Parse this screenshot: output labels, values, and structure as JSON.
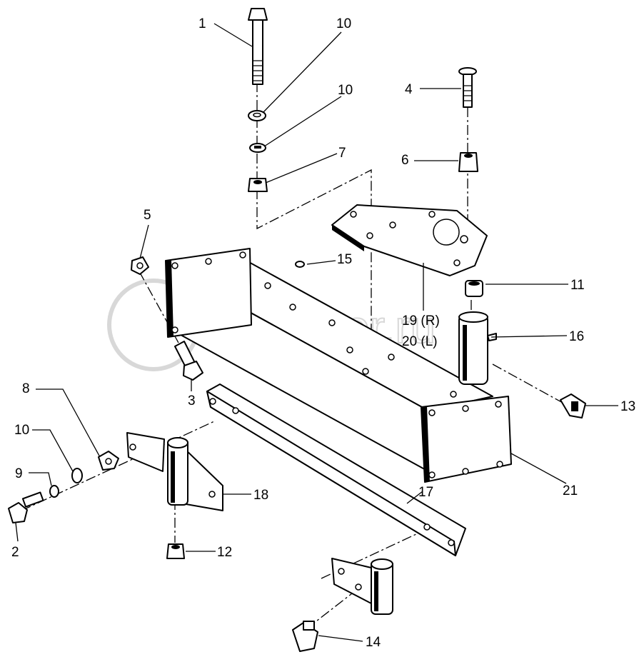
{
  "title": "Exploded parts diagram – beam assembly",
  "watermark": "autopiter.ru",
  "callouts": [
    {
      "id": "c1",
      "text": "1"
    },
    {
      "id": "c10a",
      "text": "10"
    },
    {
      "id": "c10b",
      "text": "10"
    },
    {
      "id": "c7",
      "text": "7"
    },
    {
      "id": "c4",
      "text": "4"
    },
    {
      "id": "c6",
      "text": "6"
    },
    {
      "id": "c5",
      "text": "5"
    },
    {
      "id": "c15",
      "text": "15"
    },
    {
      "id": "c11",
      "text": "11"
    },
    {
      "id": "c19",
      "text": "19 (R)"
    },
    {
      "id": "c20",
      "text": "20 (L)"
    },
    {
      "id": "c16",
      "text": "16"
    },
    {
      "id": "c13",
      "text": "13"
    },
    {
      "id": "c3",
      "text": "3"
    },
    {
      "id": "c8",
      "text": "8"
    },
    {
      "id": "c10c",
      "text": "10"
    },
    {
      "id": "c9",
      "text": "9"
    },
    {
      "id": "c2",
      "text": "2"
    },
    {
      "id": "c18",
      "text": "18"
    },
    {
      "id": "c17",
      "text": "17"
    },
    {
      "id": "c21",
      "text": "21"
    },
    {
      "id": "c12",
      "text": "12"
    },
    {
      "id": "c14",
      "text": "14"
    }
  ]
}
